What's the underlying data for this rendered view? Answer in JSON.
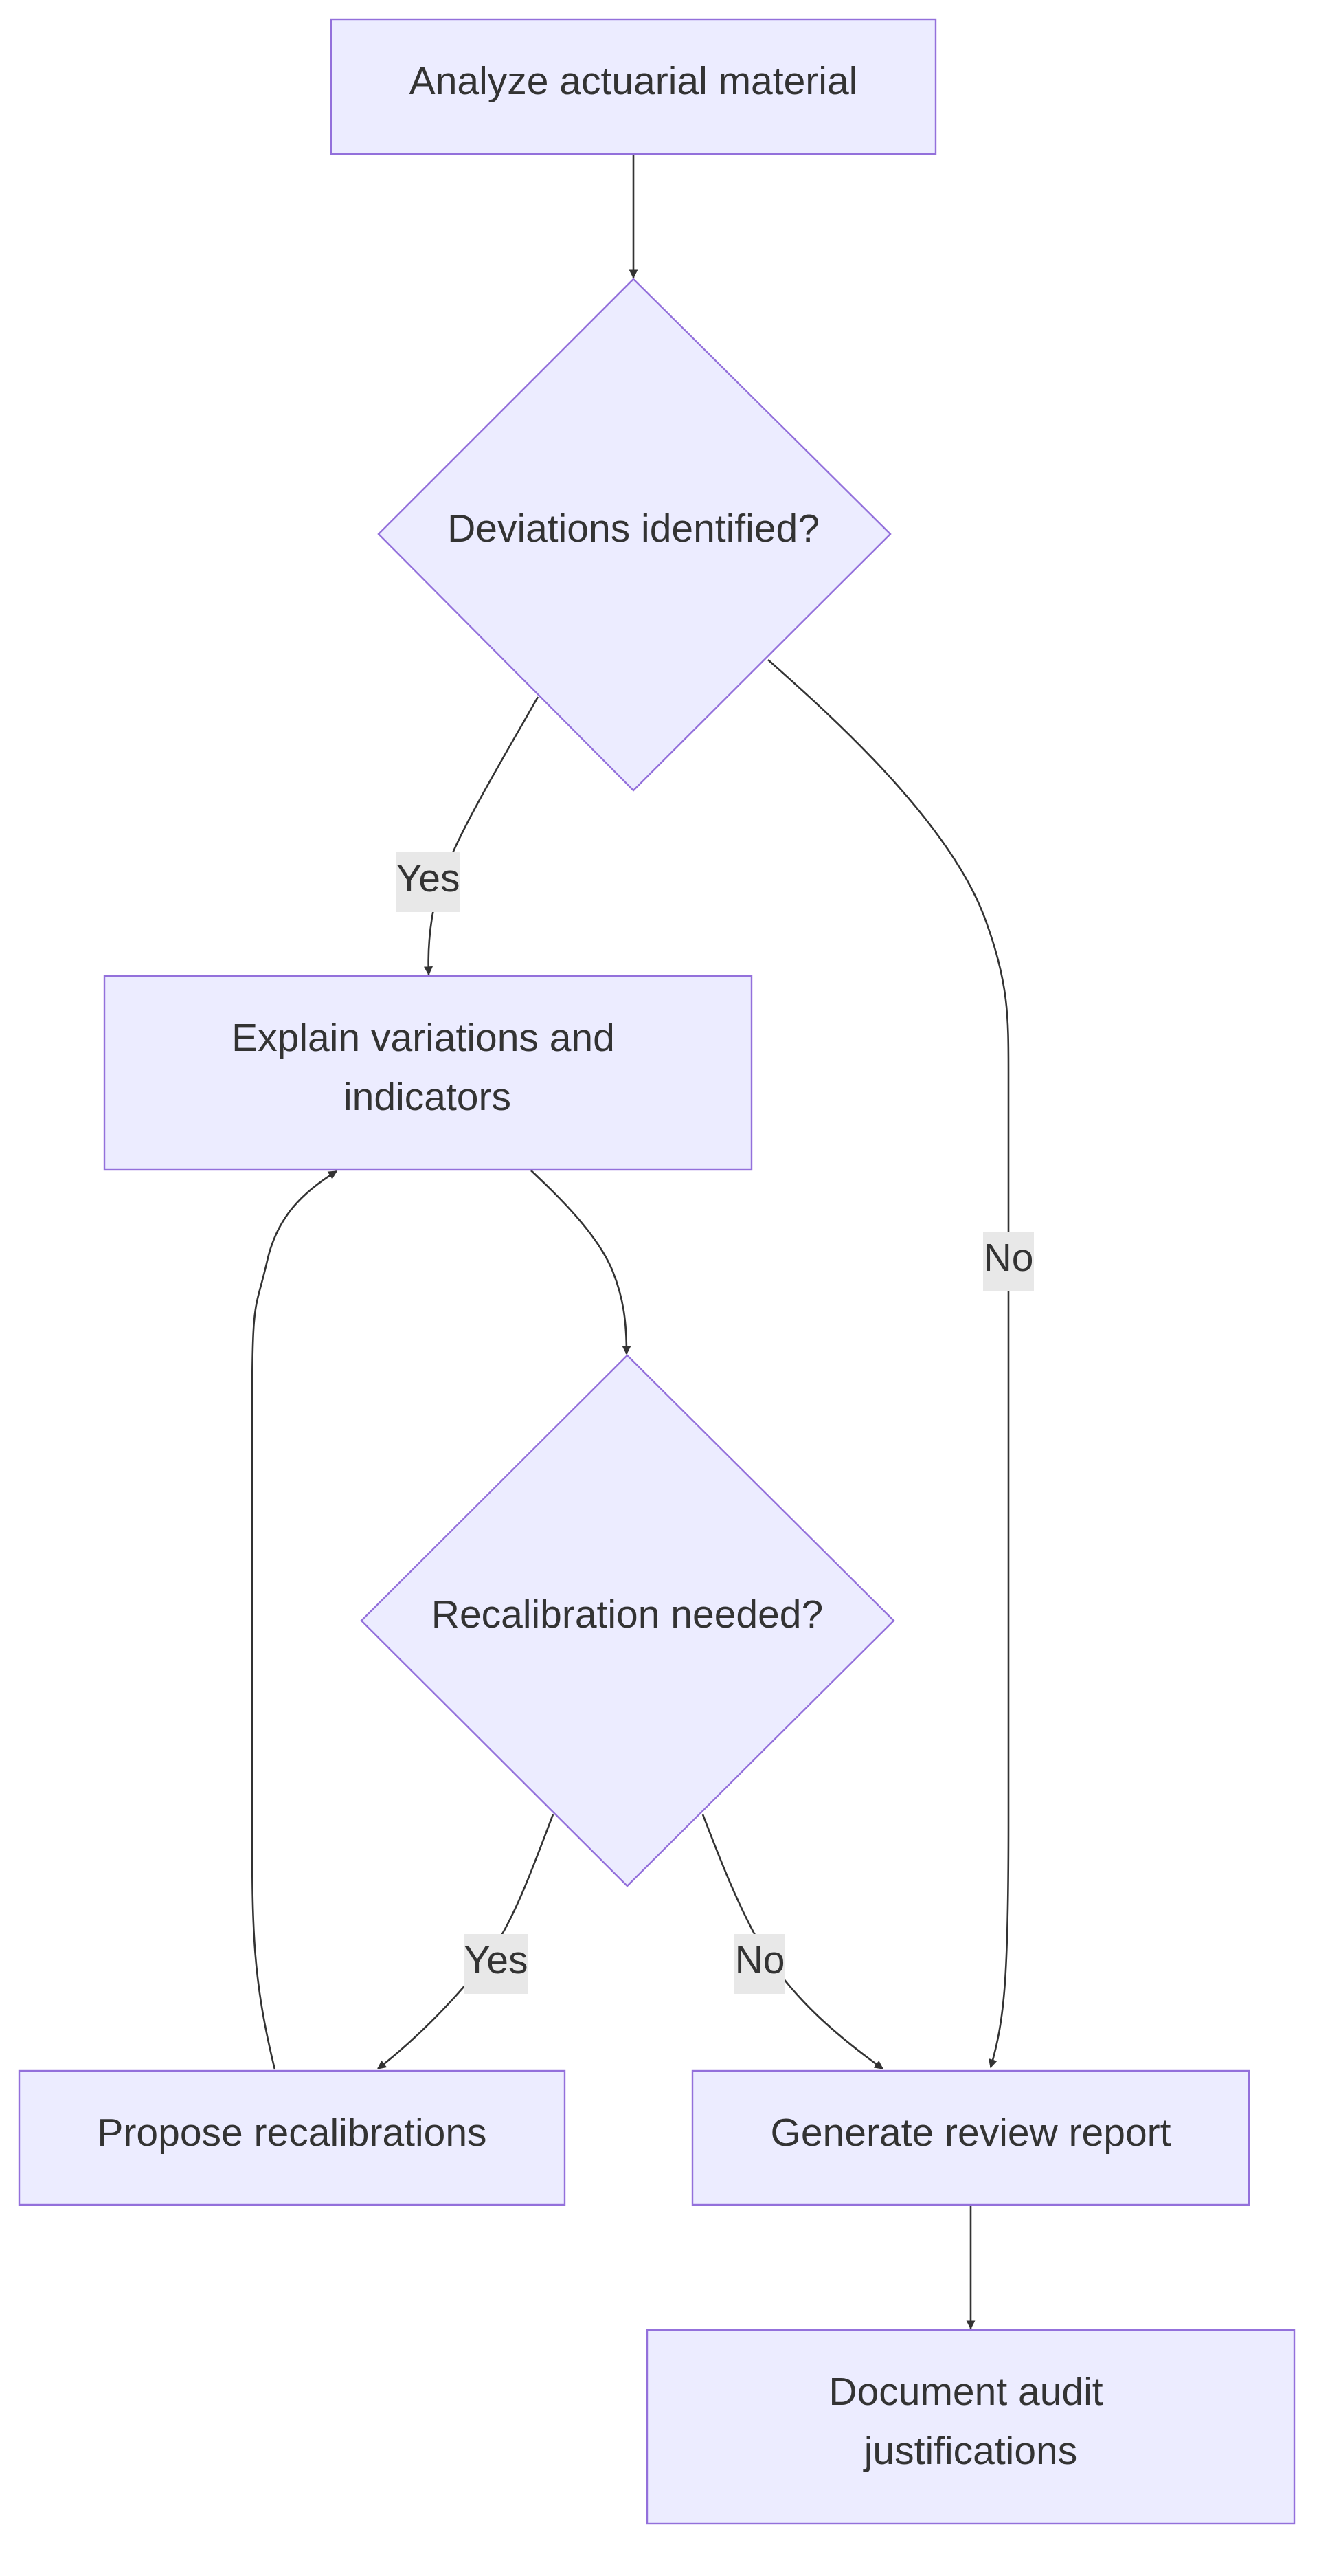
{
  "colors": {
    "node_fill": "#ECECFF",
    "node_stroke": "#9370DB",
    "edge": "#333333",
    "edge_label_bg": "#e8e8e8",
    "text": "#333333",
    "background": "#ffffff"
  },
  "nodes": {
    "analyze": {
      "shape": "rectangle",
      "lines": [
        "Analyze actuarial material"
      ]
    },
    "deviations": {
      "shape": "diamond",
      "lines": [
        "Deviations identified?"
      ]
    },
    "explain": {
      "shape": "rectangle",
      "lines": [
        "Explain variations and",
        "indicators"
      ]
    },
    "recalibration": {
      "shape": "diamond",
      "lines": [
        "Recalibration needed?"
      ]
    },
    "propose": {
      "shape": "rectangle",
      "lines": [
        "Propose recalibrations"
      ]
    },
    "report": {
      "shape": "rectangle",
      "lines": [
        "Generate review report"
      ]
    },
    "document": {
      "shape": "rectangle",
      "lines": [
        "Document audit",
        "justifications"
      ]
    }
  },
  "edges": [
    {
      "from": "analyze",
      "to": "deviations",
      "label": ""
    },
    {
      "from": "deviations",
      "to": "explain",
      "label": "Yes"
    },
    {
      "from": "deviations",
      "to": "report",
      "label": "No"
    },
    {
      "from": "explain",
      "to": "recalibration",
      "label": ""
    },
    {
      "from": "recalibration",
      "to": "propose",
      "label": "Yes"
    },
    {
      "from": "recalibration",
      "to": "report",
      "label": "No"
    },
    {
      "from": "propose",
      "to": "explain",
      "label": ""
    },
    {
      "from": "report",
      "to": "document",
      "label": ""
    }
  ]
}
